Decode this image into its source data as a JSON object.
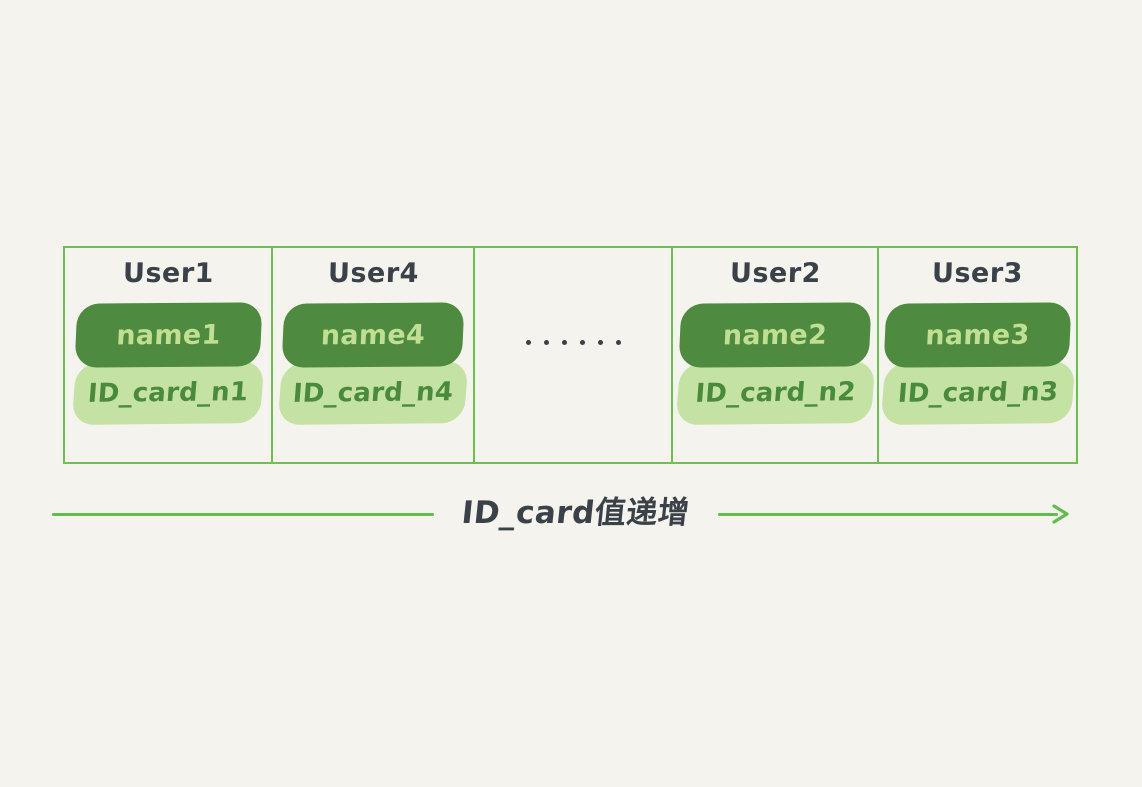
{
  "diagram": {
    "title": "ID_card index ordering diagram",
    "colors": {
      "background": "#f4f3ee",
      "border_green": "#6cc052",
      "pill_dark_green": "#4e8a3f",
      "pill_light_green": "#c3e2a3",
      "name_text_green": "#c0df92",
      "id_text_green": "#4a8a3c",
      "arrow_green": "#62bd4e",
      "heading_text": "#3a4149"
    },
    "cells": [
      {
        "user_label": "User1",
        "name_label": "name1",
        "id_label": "ID_card_n1",
        "is_ellipsis": false
      },
      {
        "user_label": "User4",
        "name_label": "name4",
        "id_label": "ID_card_n4",
        "is_ellipsis": false
      },
      {
        "user_label": "",
        "name_label": "",
        "id_label": "",
        "is_ellipsis": true,
        "ellipsis_dots": 6
      },
      {
        "user_label": "User2",
        "name_label": "name2",
        "id_label": "ID_card_n2",
        "is_ellipsis": false
      },
      {
        "user_label": "User3",
        "name_label": "name3",
        "id_label": "ID_card_n3",
        "is_ellipsis": false
      }
    ],
    "arrow": {
      "label": "ID_card值递增",
      "direction": "right",
      "icon": "arrow-right-icon"
    }
  }
}
